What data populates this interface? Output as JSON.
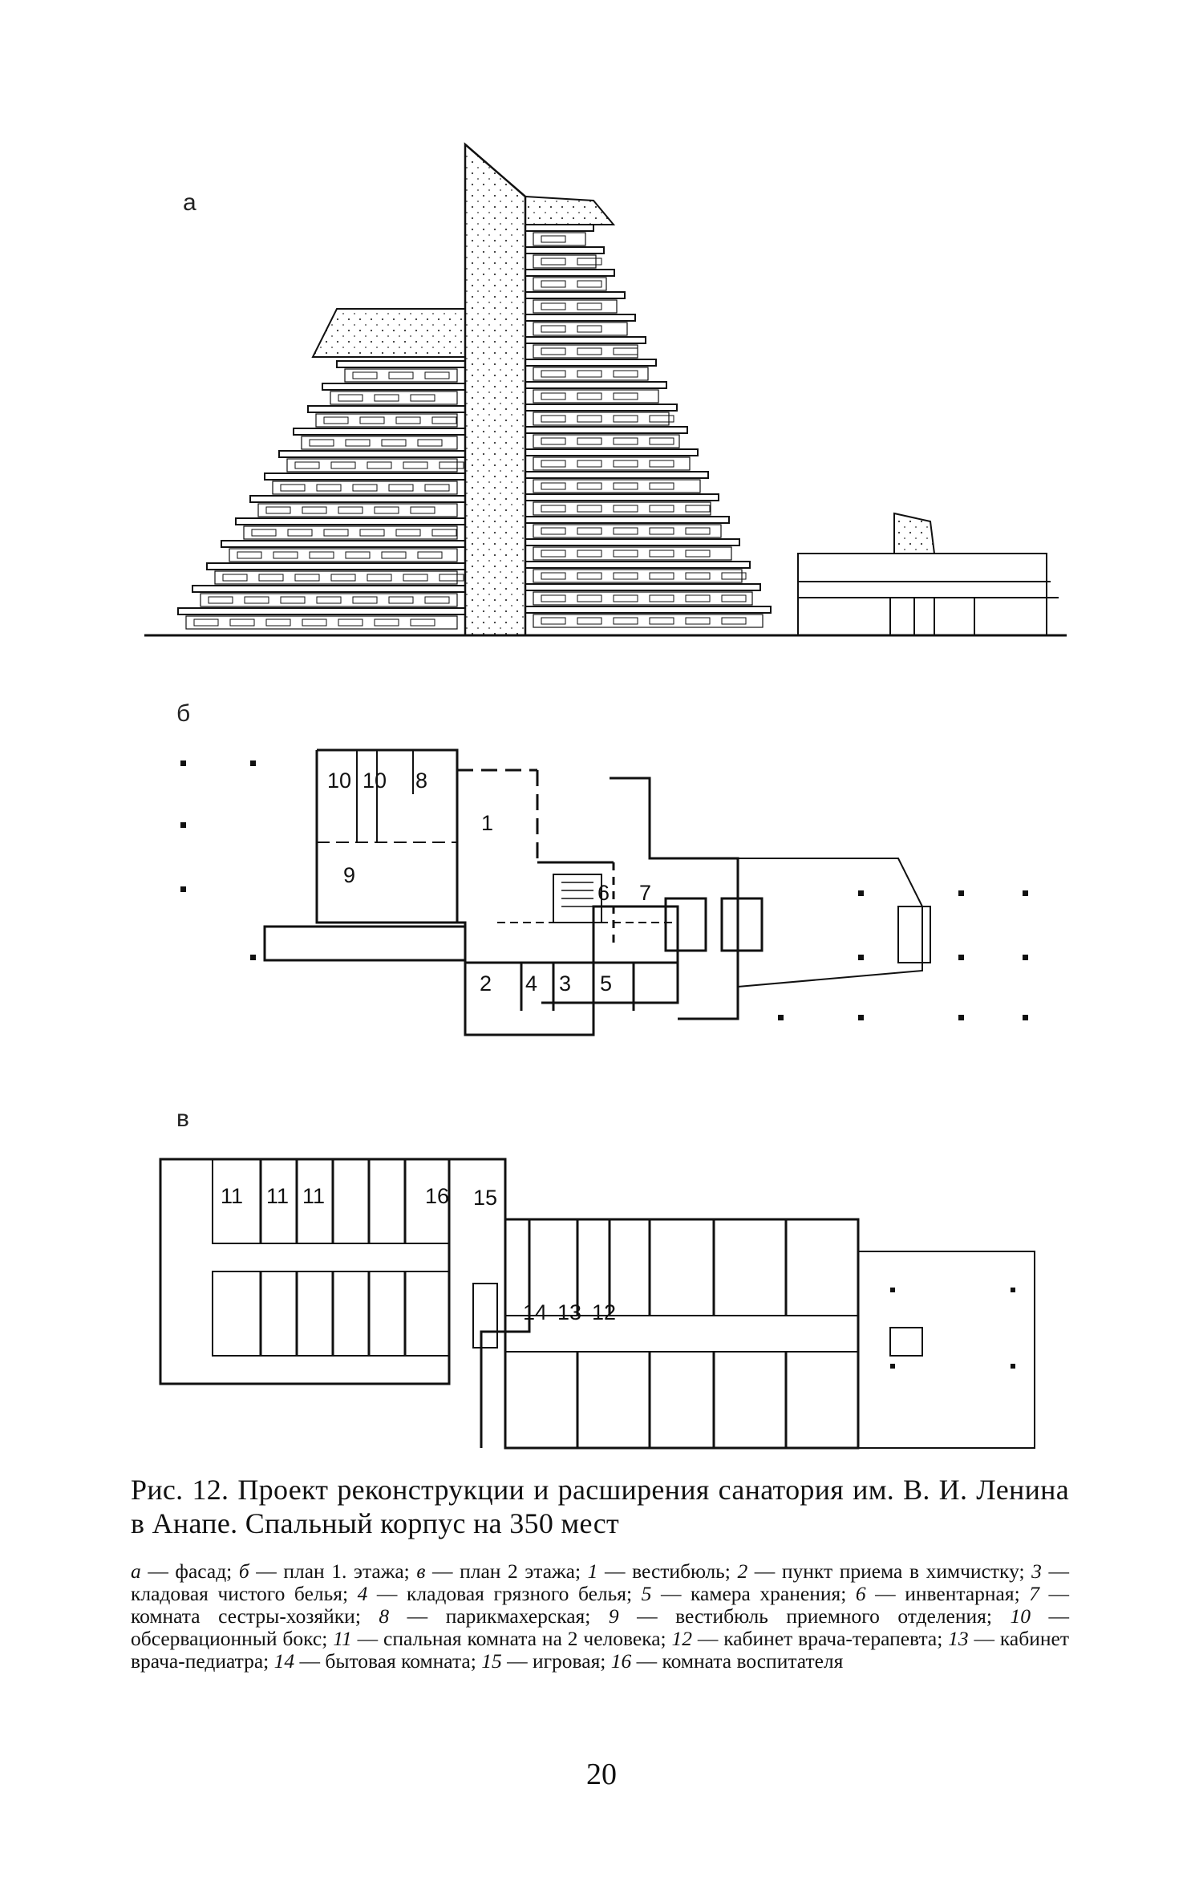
{
  "figures": {
    "facade": {
      "letter": "а"
    },
    "plan1": {
      "letter": "б",
      "labels": {
        "r10a": "10",
        "r10b": "10",
        "r8": "8",
        "r1": "1",
        "r9": "9",
        "r6": "6",
        "r7": "7",
        "r2": "2",
        "r4": "4",
        "r3": "3",
        "r5": "5"
      }
    },
    "plan2": {
      "letter": "в",
      "labels": {
        "r11a": "11",
        "r11b": "11",
        "r11c": "11",
        "r16": "16",
        "r15": "15",
        "r14": "14",
        "r13": "13",
        "r12": "12"
      }
    }
  },
  "caption": {
    "title": "Рис. 12. Проект реконструкции и расширения санатория им. В. И. Ленина в Анапе. Спальный корпус на 350 мест",
    "legend": [
      {
        "key": "а",
        "text": "фасад"
      },
      {
        "key": "б",
        "text": "план 1. этажа"
      },
      {
        "key": "в",
        "text": "план 2 этажа"
      },
      {
        "key": "1",
        "text": "вестибюль"
      },
      {
        "key": "2",
        "text": "пункт приема в химчистку"
      },
      {
        "key": "3",
        "text": "кладовая чистого белья"
      },
      {
        "key": "4",
        "text": "кладовая грязного белья"
      },
      {
        "key": "5",
        "text": "камера хранения"
      },
      {
        "key": "6",
        "text": "инвентарная"
      },
      {
        "key": "7",
        "text": "комната сестры-хозяйки"
      },
      {
        "key": "8",
        "text": "парикмахерская"
      },
      {
        "key": "9",
        "text": "вестибюль приемного отделения"
      },
      {
        "key": "10",
        "text": "обсервационный бокс"
      },
      {
        "key": "11",
        "text": "спальная комната на 2 человека"
      },
      {
        "key": "12",
        "text": "кабинет врача-терапевта"
      },
      {
        "key": "13",
        "text": "кабинет врача-педиатра"
      },
      {
        "key": "14",
        "text": "бытовая комната"
      },
      {
        "key": "15",
        "text": "игровая"
      },
      {
        "key": "16",
        "text": "комната воспитателя"
      }
    ]
  },
  "page_number": "20"
}
